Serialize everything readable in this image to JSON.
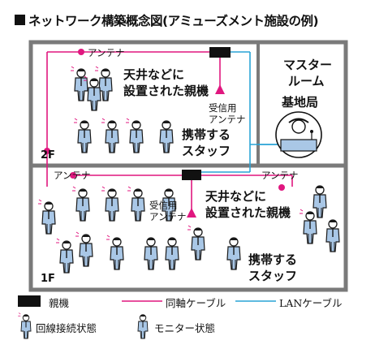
{
  "title": "ネットワーク構築概念図(アミューズメント施設の例)",
  "floors": {
    "upper": "2F",
    "lower": "1F"
  },
  "master_room": {
    "label_line1": "マスター",
    "label_line2": "ルーム",
    "base_station": "基地局"
  },
  "labels": {
    "antenna": "アンテナ",
    "ceiling_parent_line1": "天井などに",
    "ceiling_parent_line2": "設置された親機",
    "receive_antenna_line1": "受信用",
    "receive_antenna_line2": "アンテナ",
    "staff_line1": "携帯する",
    "staff_line2": "スタッフ"
  },
  "legend": {
    "parent": "親機",
    "coax": "同軸ケーブル",
    "lan": "LANケーブル",
    "connected": "回線接続状態",
    "monitor": "モニター状態"
  },
  "colors": {
    "coax": "#e0177f",
    "lan": "#29a3d6",
    "wall": "#7a7a7a",
    "staff_shirt": "#a9c7e6",
    "staff_outline": "#1a1a1a"
  }
}
